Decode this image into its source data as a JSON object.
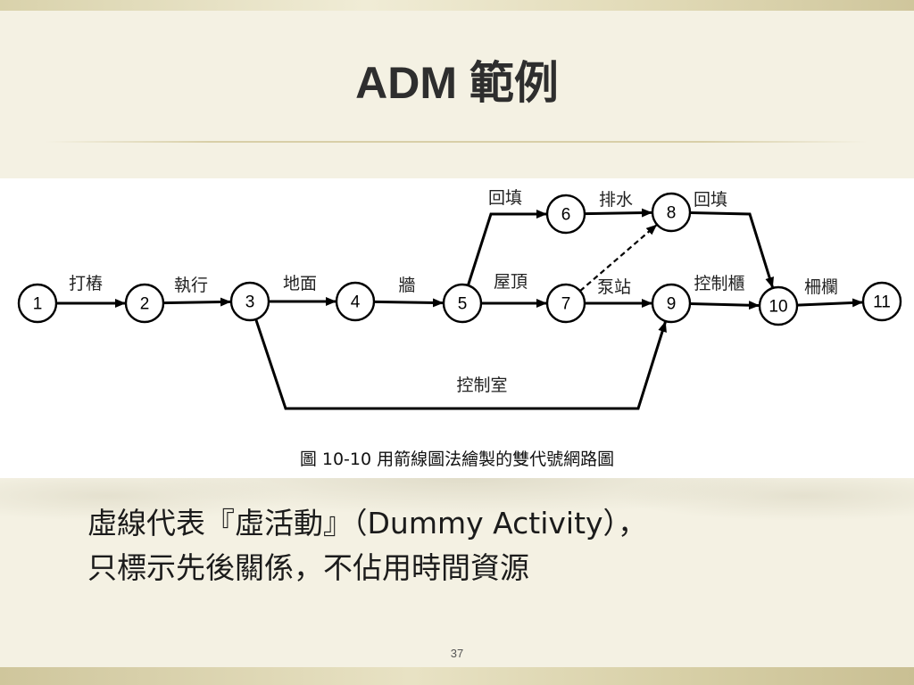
{
  "slide": {
    "title": "ADM 範例",
    "page_number": "37"
  },
  "diagram": {
    "caption": "圖 10-10  用箭線圖法繪製的雙代號網路圖",
    "nodes": [
      {
        "id": "1",
        "label": "1"
      },
      {
        "id": "2",
        "label": "2"
      },
      {
        "id": "3",
        "label": "3"
      },
      {
        "id": "4",
        "label": "4"
      },
      {
        "id": "5",
        "label": "5"
      },
      {
        "id": "6",
        "label": "6"
      },
      {
        "id": "7",
        "label": "7"
      },
      {
        "id": "8",
        "label": "8"
      },
      {
        "id": "9",
        "label": "9"
      },
      {
        "id": "10",
        "label": "10"
      },
      {
        "id": "11",
        "label": "11"
      }
    ],
    "edges": [
      {
        "from": "1",
        "to": "2",
        "label": "打樁",
        "style": "solid"
      },
      {
        "from": "2",
        "to": "3",
        "label": "執行",
        "style": "solid"
      },
      {
        "from": "3",
        "to": "4",
        "label": "地面",
        "style": "solid"
      },
      {
        "from": "4",
        "to": "5",
        "label": "牆",
        "style": "solid"
      },
      {
        "from": "5",
        "to": "6",
        "label": "回填",
        "style": "solid"
      },
      {
        "from": "5",
        "to": "7",
        "label": "屋頂",
        "style": "solid"
      },
      {
        "from": "6",
        "to": "8",
        "label": "排水",
        "style": "solid"
      },
      {
        "from": "7",
        "to": "8",
        "label": "",
        "style": "dashed"
      },
      {
        "from": "7",
        "to": "9",
        "label": "泵站",
        "style": "solid"
      },
      {
        "from": "8",
        "to": "10",
        "label": "回填",
        "style": "solid"
      },
      {
        "from": "9",
        "to": "10",
        "label": "控制櫃",
        "style": "solid"
      },
      {
        "from": "10",
        "to": "11",
        "label": "柵欄",
        "style": "solid"
      },
      {
        "from": "3",
        "to": "9",
        "label": "控制室",
        "style": "solid"
      }
    ]
  },
  "body": {
    "line1": "虛線代表『虛活動』（Dummy Activity），",
    "line2": "只標示先後關係，不佔用時間資源"
  }
}
